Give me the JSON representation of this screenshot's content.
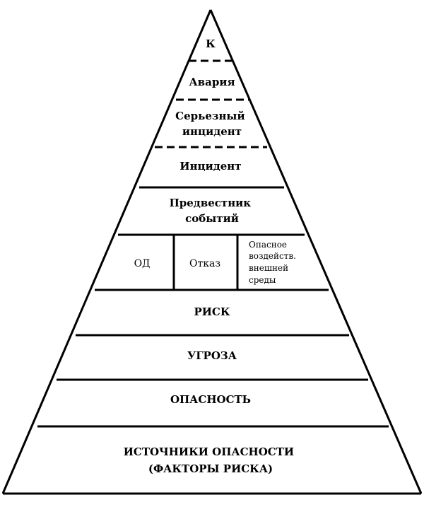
{
  "pyramid": {
    "top": "К",
    "accident": "Авария",
    "serious_incident": [
      "Серьезный",
      "инцидент"
    ],
    "incident": "Инцидент",
    "precursor": [
      "Предвестник",
      "событий"
    ],
    "causes": {
      "od": "ОД",
      "failure": "Отказ",
      "environment": [
        "Опасное",
        "воздейств.",
        "внешней",
        "среды"
      ]
    },
    "risk": "РИСК",
    "threat": "УГРОЗА",
    "danger": "ОПАСНОСТЬ",
    "sources": [
      "ИСТОЧНИКИ ОПАСНОСТИ",
      "(ФАКТОРЫ РИСКА)"
    ]
  }
}
